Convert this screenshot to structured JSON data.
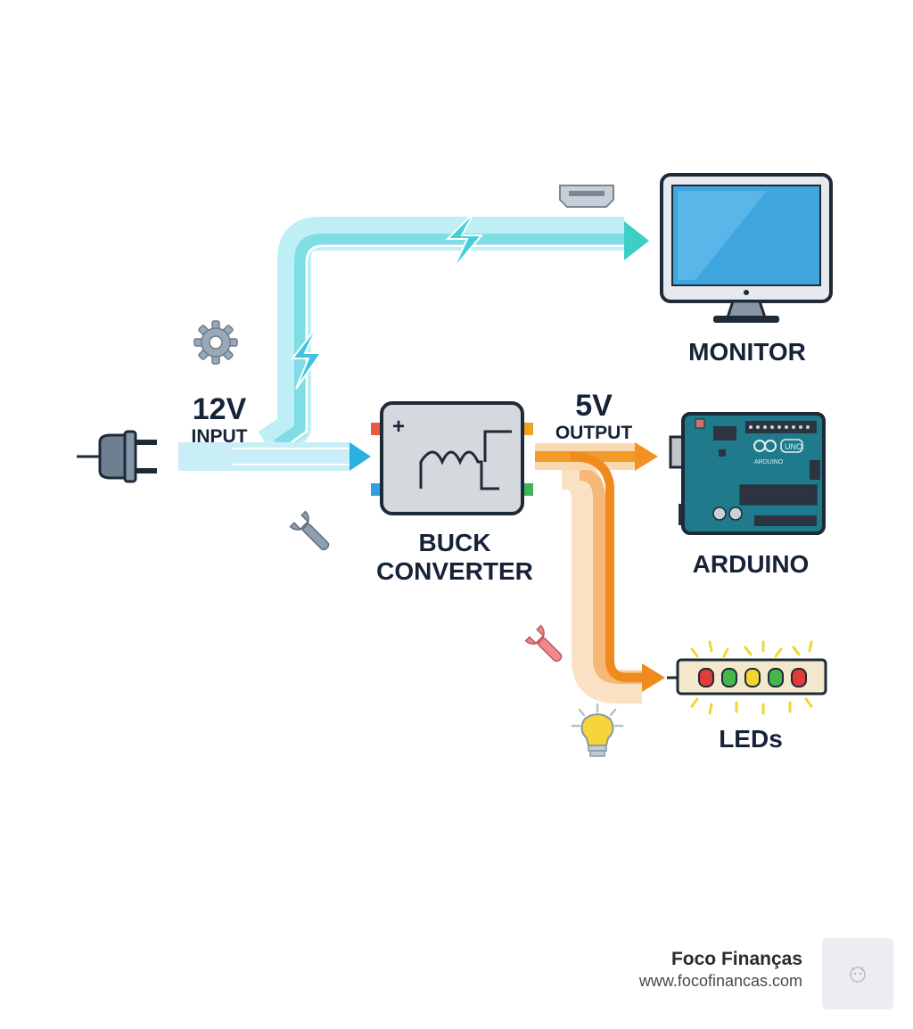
{
  "labels": {
    "input_voltage": "12V",
    "input_text": "INPUT",
    "output_voltage": "5V",
    "output_text": "OUTPUT",
    "converter_line1": "BUCK",
    "converter_line2": "CONVERTER",
    "monitor": "MONITOR",
    "arduino": "ARDUINO",
    "leds": "LEDs",
    "board_badge": "UNO",
    "board_brand": "ARDUINO",
    "plus_sign": "+"
  },
  "brand": {
    "name": "Foco Finanças",
    "url": "www.focofinancas.com"
  },
  "icons": [
    "power-plug-icon",
    "gear-icon",
    "wrench-icon",
    "hdmi-port-icon",
    "lightning-bolt-icon",
    "monitor-icon",
    "arduino-board-icon",
    "led-strip-icon",
    "light-bulb-icon",
    "brand-logo-icon"
  ],
  "colors": {
    "input_flow": "#29b6e6",
    "input_flow_light": "#a8e4f2",
    "monitor_flow": "#3fd0d0",
    "output_flow": "#f28c1c",
    "output_flow_light": "#f8cfa0",
    "board": "#1f7a8c",
    "screen": "#3fa6e0",
    "led_red": "#e23b3b",
    "led_green": "#46b84a",
    "led_yellow": "#f2d530",
    "bulb": "#f7d43a"
  }
}
